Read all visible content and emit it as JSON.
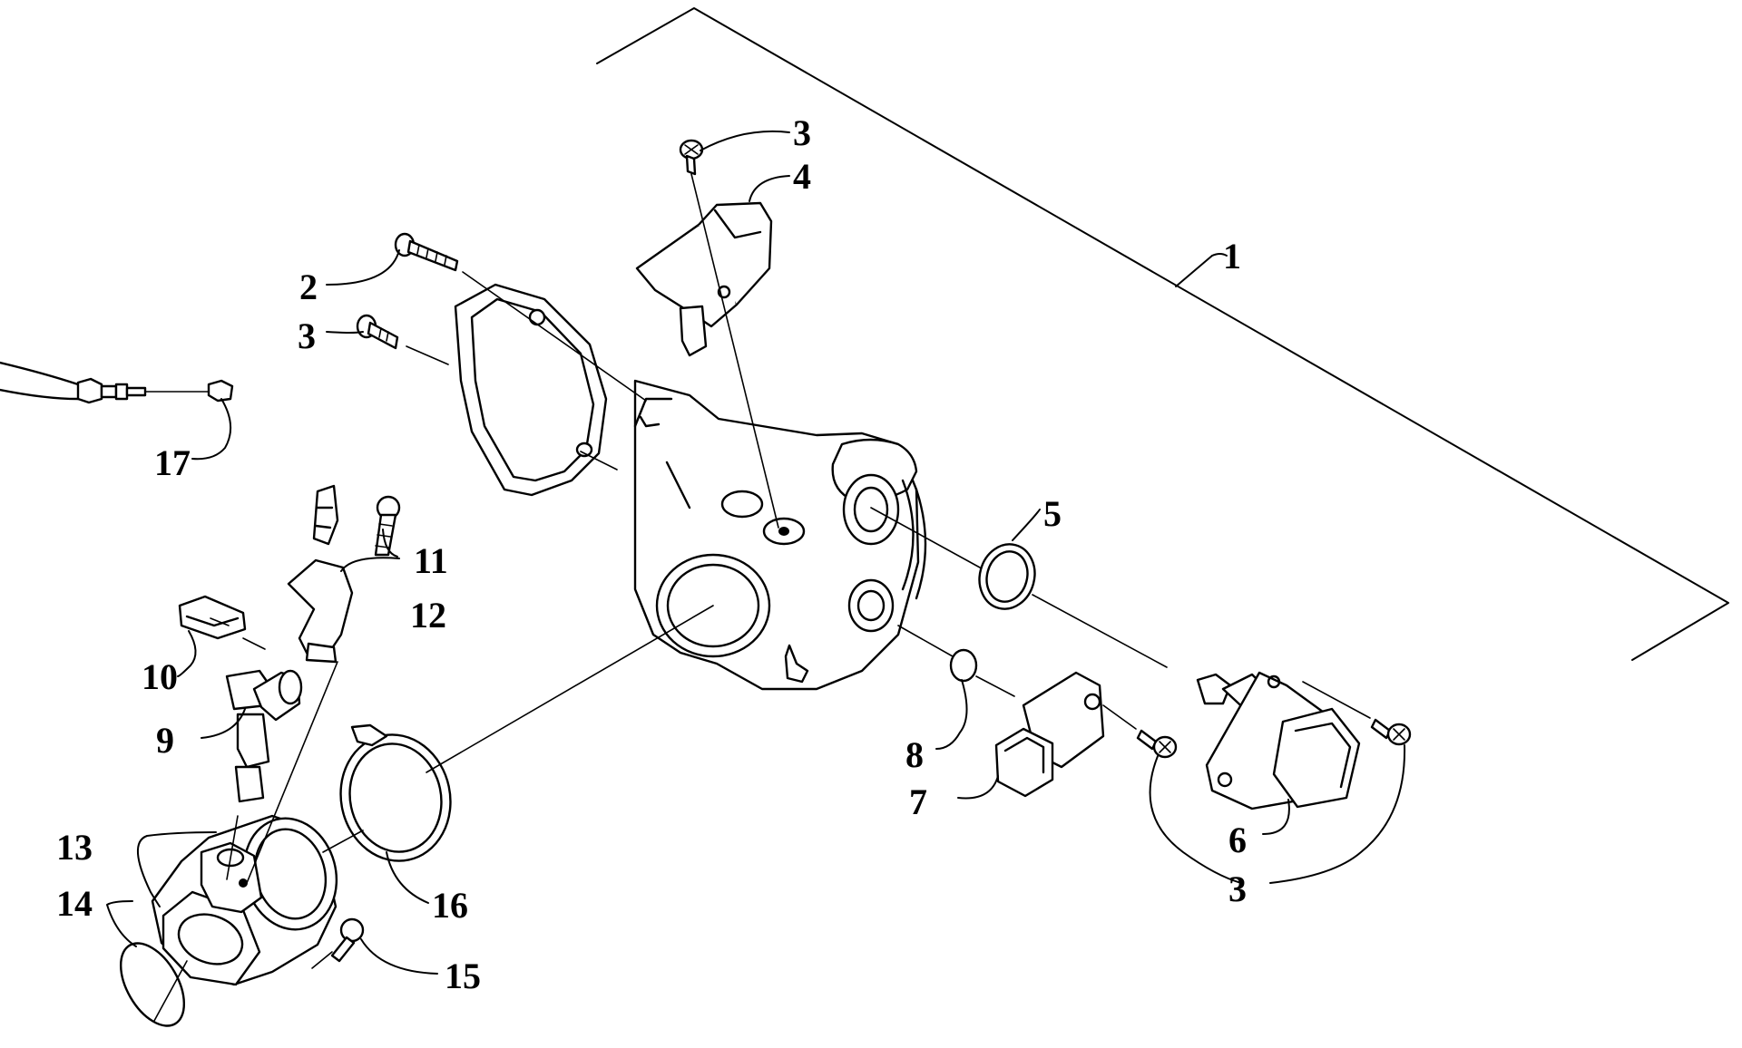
{
  "callouts": {
    "c1": "1",
    "c2": "2",
    "c3a": "3",
    "c3b": "3",
    "c3c": "3",
    "c4": "4",
    "c5": "5",
    "c6": "6",
    "c7": "7",
    "c8": "8",
    "c9": "9",
    "c10": "10",
    "c11": "11",
    "c12": "12",
    "c13": "13",
    "c14": "14",
    "c15": "15",
    "c16": "16",
    "c17": "17"
  }
}
